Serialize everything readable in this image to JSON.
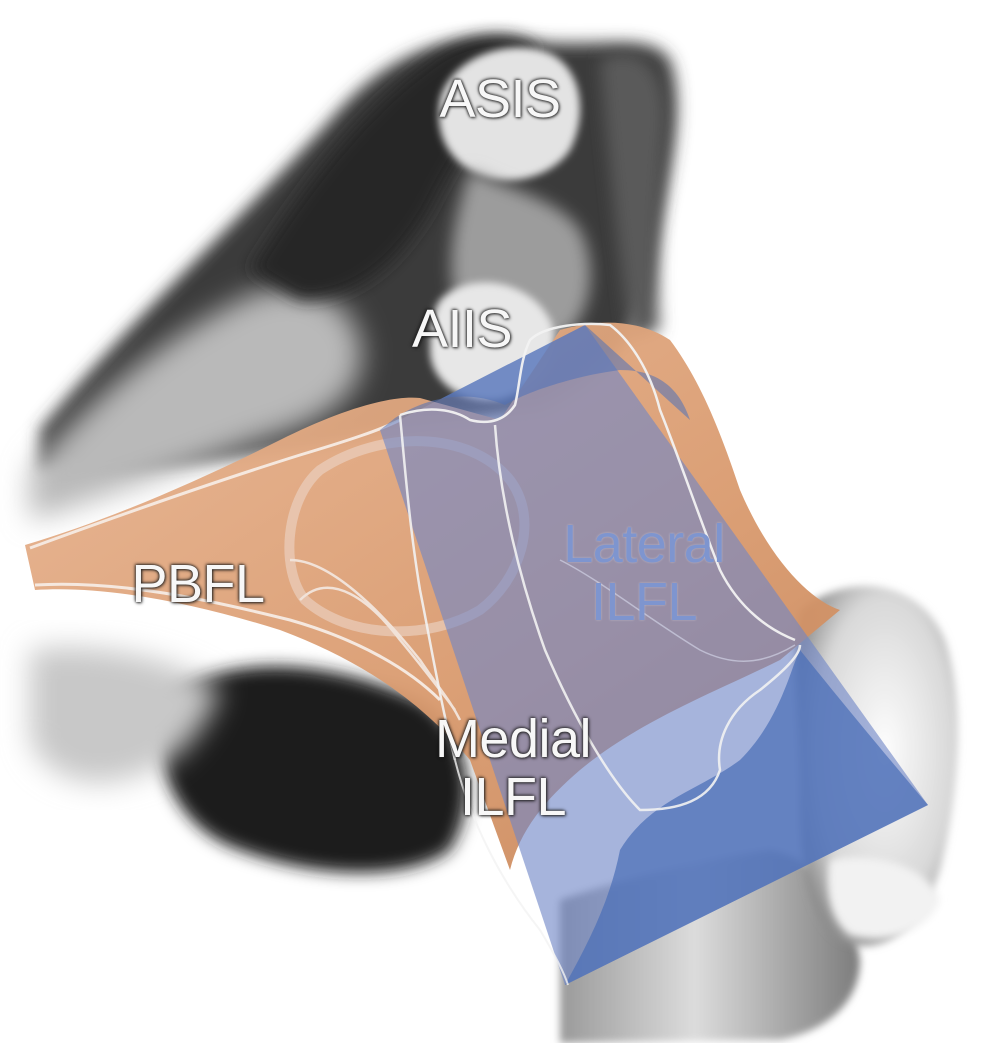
{
  "labels": {
    "asis": "ASIS",
    "aiis": "AIIS",
    "pbfl": "PBFL",
    "lateral_ilfl": [
      "Lateral",
      "ILFL"
    ],
    "medial_ilfl": [
      "Medial",
      "ILFL"
    ]
  },
  "colors": {
    "bone_dark": "#2b2b2b",
    "bone_light": "#e6e6e6",
    "ligament_orange": "#dea37c",
    "ilfl_blue": "#7f93cc",
    "ilfl_blue_deep": "#4f73b8",
    "outline_white": "#f2f2f2",
    "label_light": "#f7f7f7",
    "label_blue": "#7e95cf"
  }
}
